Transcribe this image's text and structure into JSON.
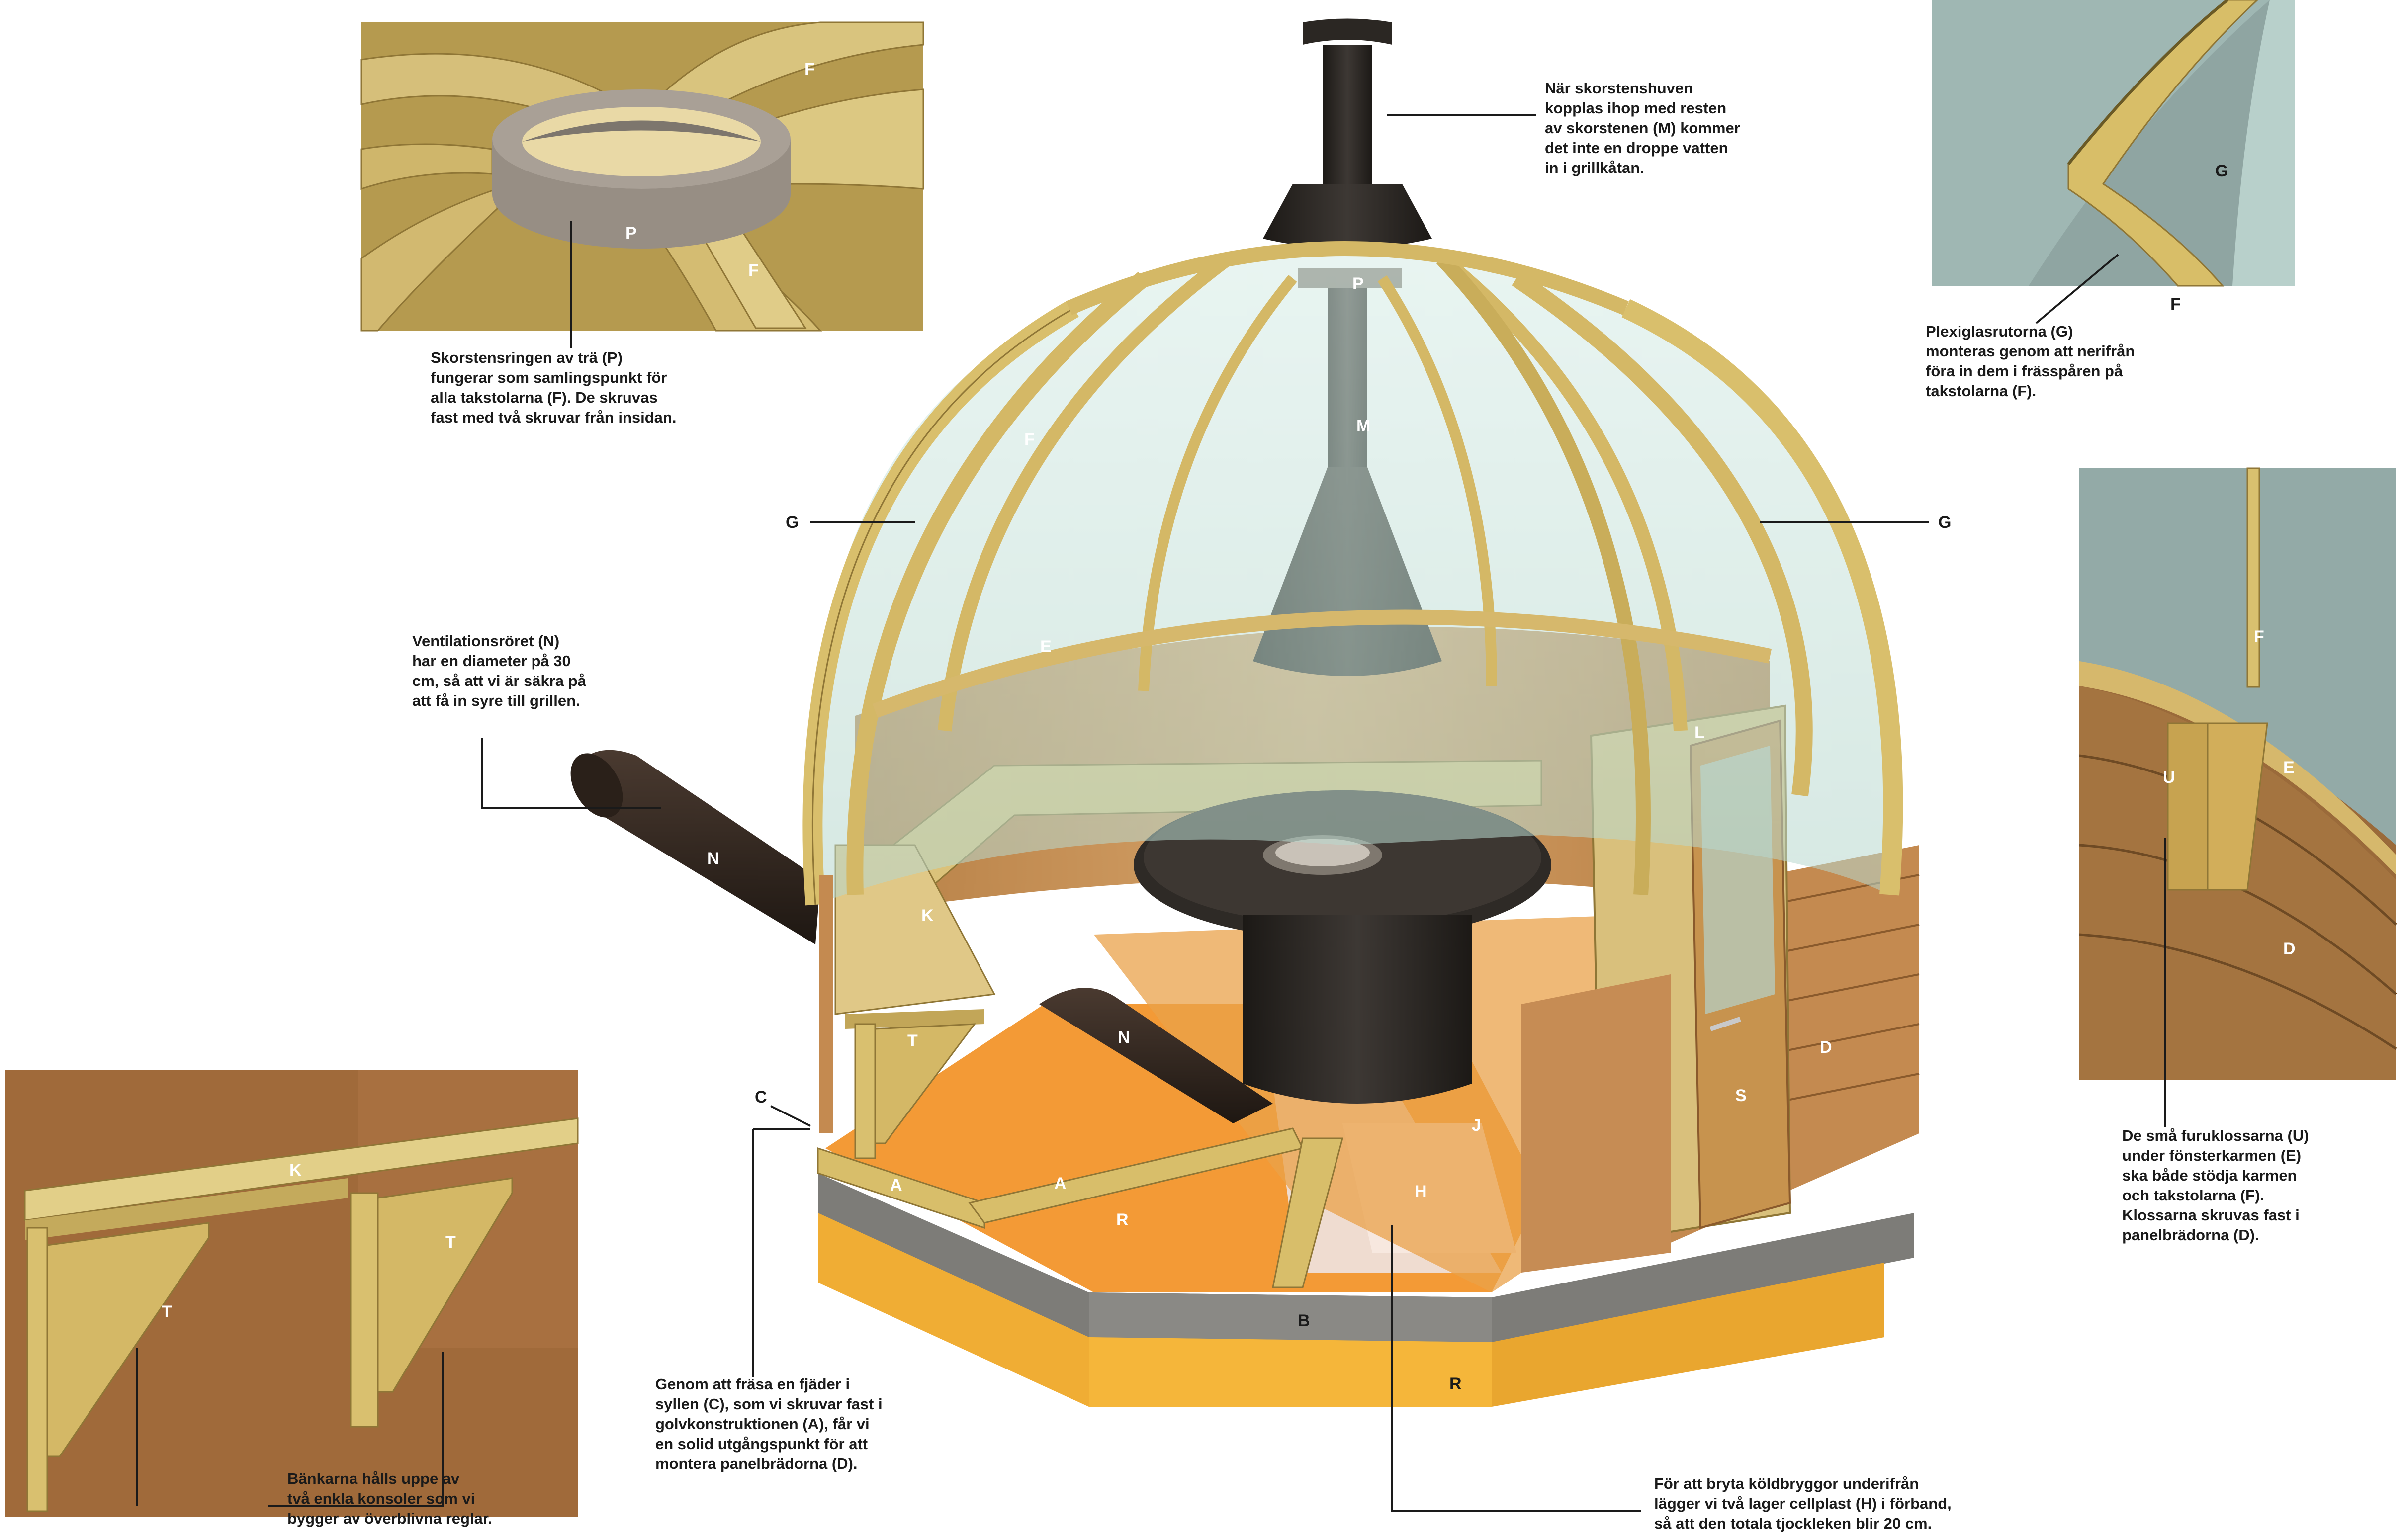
{
  "captions": {
    "p_ring": "Skorstensringen av trä (P)\nfungerar som samlingspunkt för\nalla takstolarna (F). De skruvas\nfast med två skruvar från insidan.",
    "hood": "När skorstenshuven\nkopplas ihop med resten\nav skorstenen (M) kommer\ndet inte en droppe vatten\nin i grillkåtan.",
    "plexi": "Plexiglasrutorna (G)\nmonteras genom att nerifrån\nföra in dem i frässpåren på\ntakstolarna (F).",
    "vent": "Ventilationsröret (N)\nhar en diameter på 30\ncm, så att vi är säkra på\natt få in syre till grillen.",
    "u_blocks": "De små furuklossarna (U)\nunder fönsterkarmen (E)\nska både stödja karmen\noch takstolarna (F).\nKlossarna skruvas fast i\npanelbrädorna (D).",
    "benches": "Bänkarna hålls uppe av\ntvå enkla konsoler som vi\nbygger av överblivna reglar.",
    "groove": "Genom att fräsa en fjäder i\nsyllen (C), som vi skruvar fast i\ngolvkonstruktionen (A), får vi\nen solid utgångspunkt för att\nmontera panelbrädorna (D).",
    "insulation": "För att bryta köldbryggor underifrån\nlägger vi två lager cellplast (H) i förband,\nså att den totala tjockleken blir 20 cm."
  },
  "labels": {
    "A": "A",
    "B": "B",
    "C": "C",
    "D": "D",
    "E": "E",
    "F": "F",
    "G": "G",
    "H": "H",
    "J": "J",
    "K": "K",
    "L": "L",
    "M": "M",
    "N": "N",
    "P": "P",
    "R": "R",
    "S": "S",
    "T": "T",
    "U": "U"
  },
  "colors": {
    "wood_light": "#d9c074",
    "wood_dark": "#a88a3c",
    "panel": "#c8955a",
    "glass": "#bcd9d0",
    "metal": "#2e2a26",
    "foundation_orange": "#f5b335",
    "floor_orange": "#f39a36",
    "concrete": "#7b7b78",
    "insulation": "#efdcd0"
  }
}
